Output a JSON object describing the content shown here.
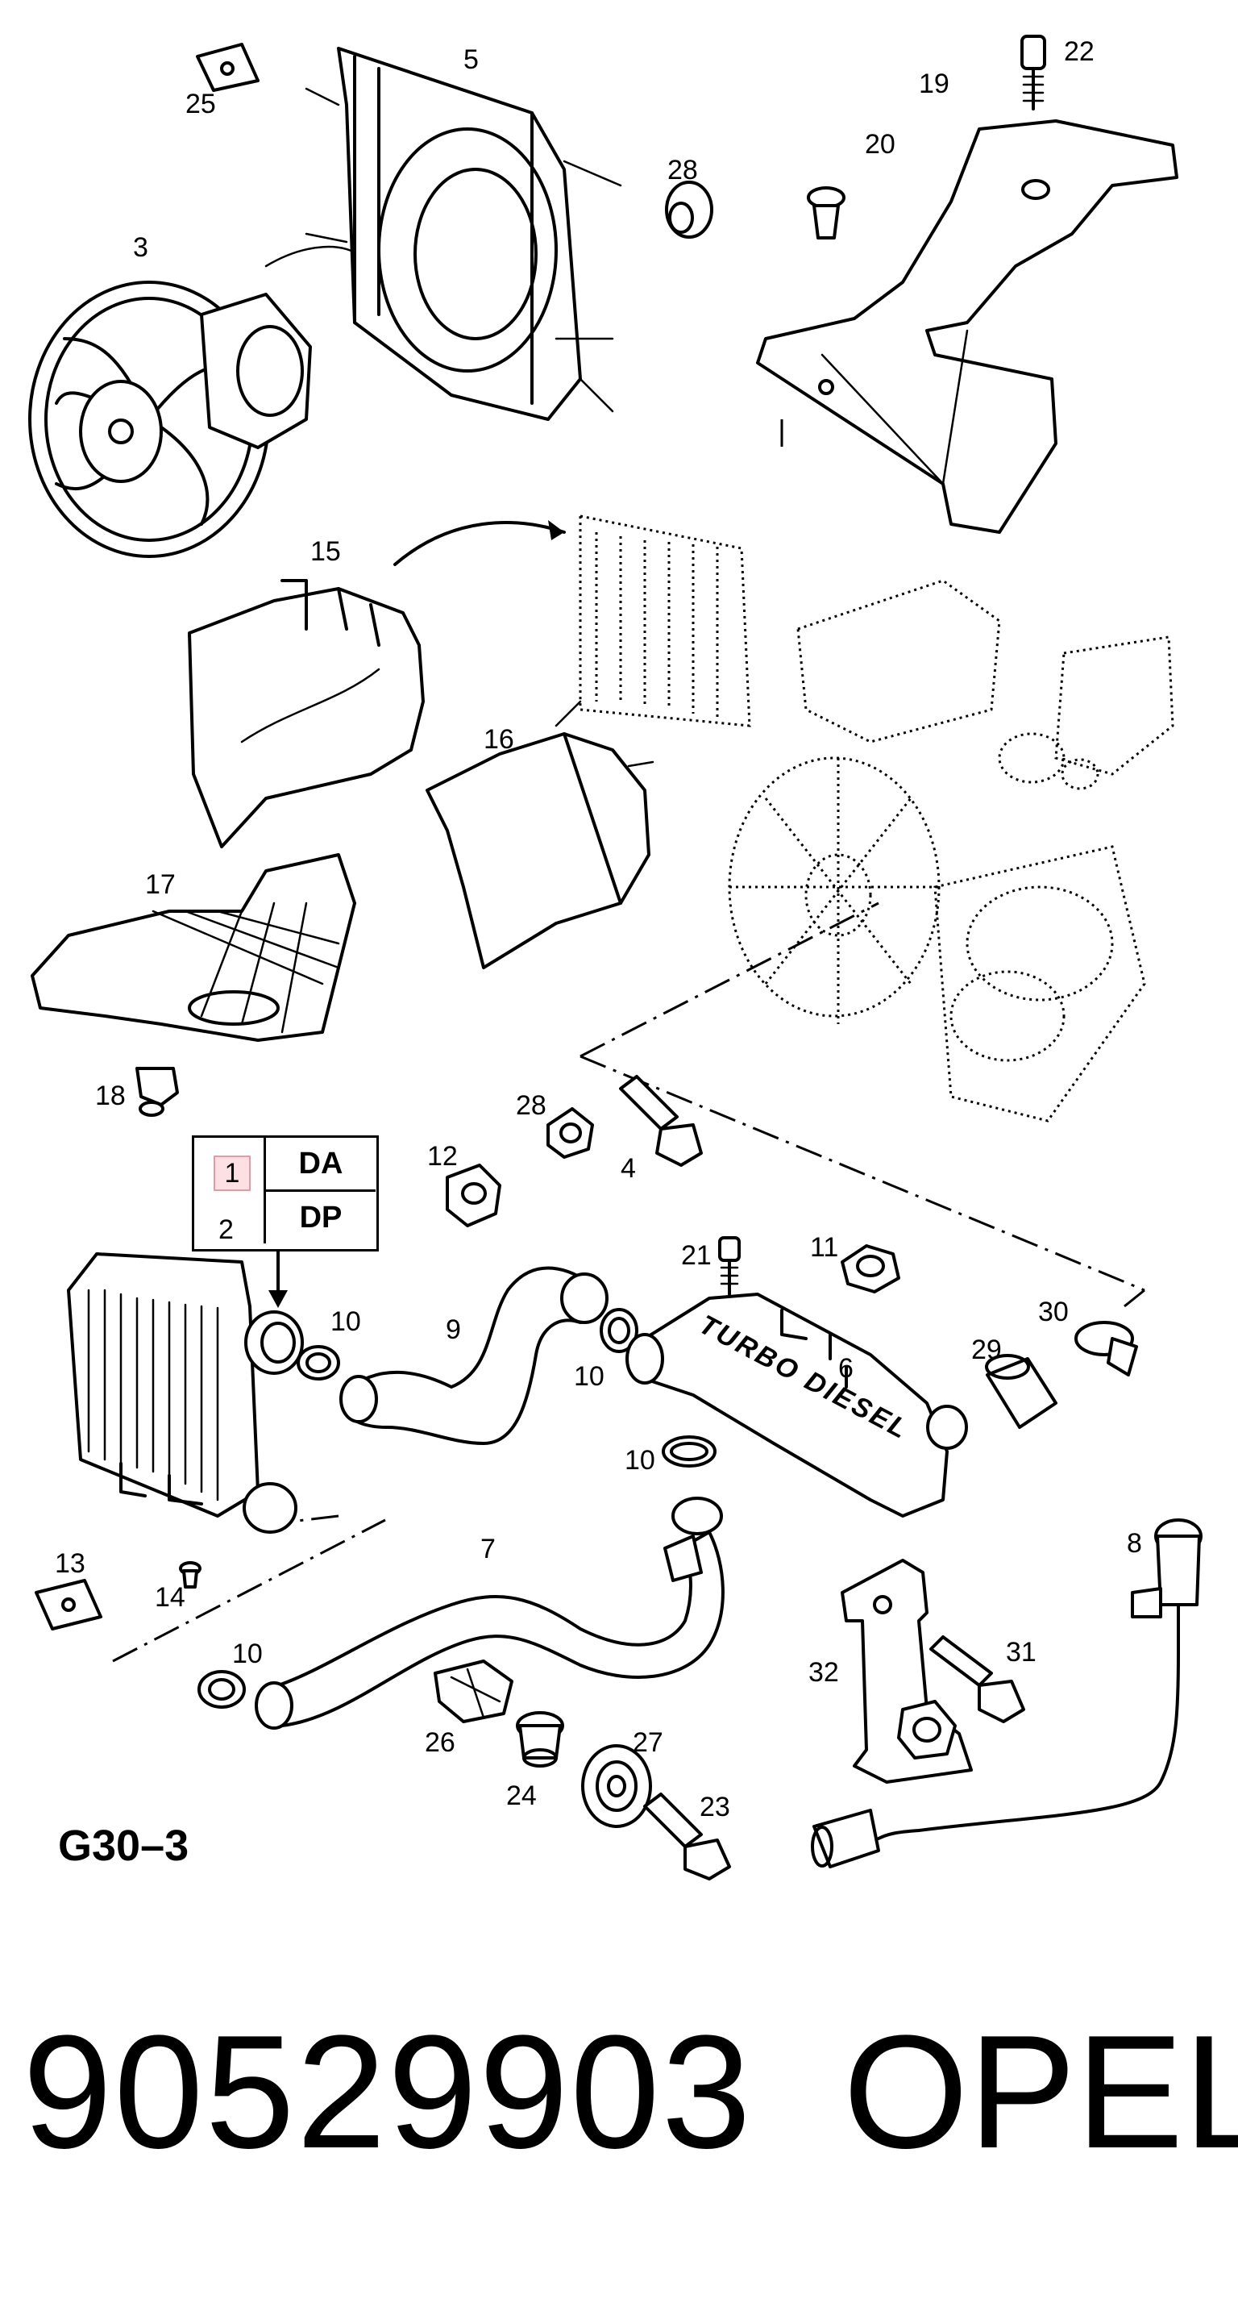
{
  "diagram": {
    "code": "G30–3",
    "part_number": "90529903",
    "brand": "OPEL",
    "variants": [
      {
        "number": "1",
        "label": "DA",
        "highlighted": true
      },
      {
        "number": "2",
        "label": "DP",
        "highlighted": false
      }
    ],
    "housing_text": "TURBO DIESEL",
    "highlight_color": "#fde0e4",
    "callouts": [
      "3",
      "4",
      "5",
      "6",
      "7",
      "8",
      "9",
      "10",
      "10",
      "10",
      "10",
      "11",
      "12",
      "13",
      "14",
      "15",
      "16",
      "17",
      "18",
      "19",
      "20",
      "21",
      "22",
      "23",
      "24",
      "25",
      "26",
      "27",
      "28",
      "28",
      "29",
      "30",
      "31",
      "32"
    ]
  }
}
